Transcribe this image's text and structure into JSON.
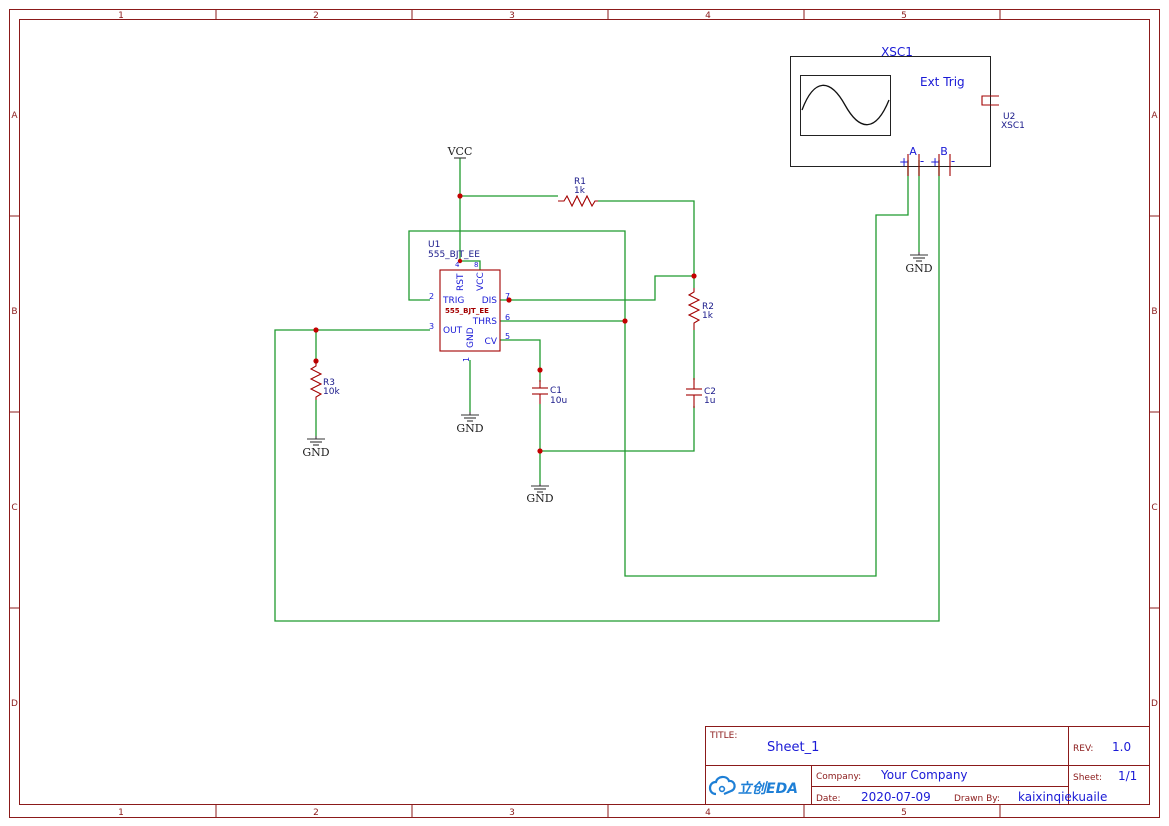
{
  "frame": {
    "columns": [
      "1",
      "2",
      "3",
      "4",
      "5"
    ],
    "rows": [
      "A",
      "B",
      "C",
      "D"
    ]
  },
  "title_block": {
    "title_label": "TITLE:",
    "title": "Sheet_1",
    "rev_label": "REV:",
    "rev": "1.0",
    "company_label": "Company:",
    "company": "Your Company",
    "sheet_label": "Sheet:",
    "sheet": "1/1",
    "date_label": "Date:",
    "date": "2020-07-09",
    "drawn_label": "Drawn By:",
    "drawn_by": "kaixinqiekuaile",
    "logo_text": "立创EDA"
  },
  "components": {
    "u1": {
      "designator": "U1",
      "value": "555_BJT_EE",
      "body_label": "555_BJT_EE",
      "pins": {
        "rst": "RST",
        "vcc": "VCC",
        "trig": "TRIG",
        "dis": "DIS",
        "thrs": "THRS",
        "out": "OUT",
        "cv": "CV",
        "gnd": "GND"
      },
      "pin_numbers": {
        "p4": "4",
        "p8": "8",
        "p2": "2",
        "p7": "7",
        "p6": "6",
        "p3": "3",
        "p5": "5",
        "p1": "1"
      }
    },
    "r1": {
      "designator": "R1",
      "value": "1k"
    },
    "r2": {
      "designator": "R2",
      "value": "1k"
    },
    "r3": {
      "designator": "R3",
      "value": "10k"
    },
    "c1": {
      "designator": "C1",
      "value": "10u"
    },
    "c2": {
      "designator": "C2",
      "value": "1u"
    },
    "scope": {
      "name": "XSC1",
      "ext_trig": "Ext Trig",
      "designator": "U2",
      "value": "XSC1",
      "channel_a": "A",
      "channel_b": "B",
      "plus": "+",
      "minus": "-"
    }
  },
  "nets": {
    "vcc": "VCC",
    "gnd": "GND"
  },
  "colors": {
    "frame": "#8b1a1a",
    "wire": "#1f9a2e",
    "part": "#a30000",
    "junction": "#c40000",
    "label": "#1a1ad6"
  }
}
